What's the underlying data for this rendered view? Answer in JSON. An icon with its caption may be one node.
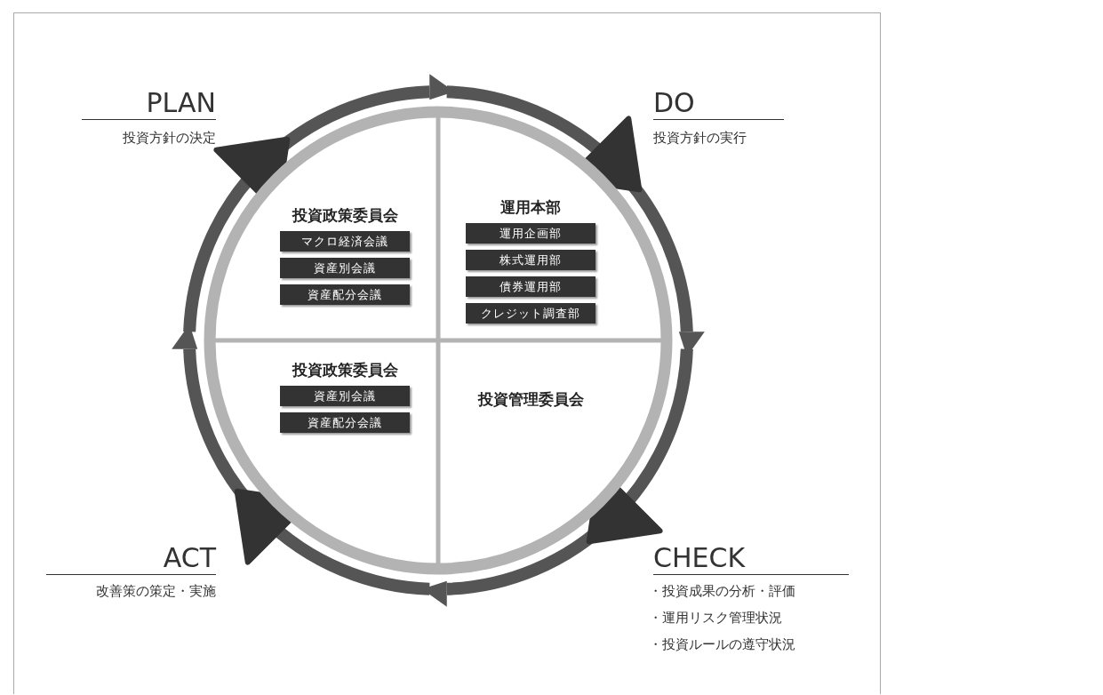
{
  "diagram": {
    "nodes": [
      {
        "text": [],
        "shape": "circle"
      },
      {
        "text": [
          "投資政策委員会"
        ],
        "in": 0
      },
      {
        "text": [
          "マクロ経済会議"
        ],
        "in": 1
      },
      {
        "text": [
          "資産別会議"
        ],
        "in": 1
      },
      {
        "text": [
          "資産配分会議"
        ],
        "in": 1
      },
      {
        "text": [
          "運用本部"
        ],
        "in": 0
      },
      {
        "text": [
          "運用企画部"
        ],
        "in": 5
      },
      {
        "text": [
          "株式運用部"
        ],
        "in": 5
      },
      {
        "text": [
          "債券運用部"
        ],
        "in": 5
      },
      {
        "text": [
          "クレジット調査部"
        ],
        "in": 5
      },
      {
        "text": [
          "投資政策委員会"
        ],
        "in": 0
      },
      {
        "text": [
          "資産別会議"
        ],
        "in": 10
      },
      {
        "text": [
          "資産配分会議"
        ],
        "in": 10
      },
      {
        "text": [
          "投資管理委員会"
        ],
        "in": 0
      }
    ],
    "edges": [],
    "labels": [
      "PLAN",
      "投資方針の決定",
      "DO",
      "投資方針の実行",
      "ACT",
      "CHECK",
      "改善策の策定・実施",
      "・投資成果の分析・評価",
      "・運用リスク管理状況",
      "・投資ルールの遵守状況"
    ]
  }
}
